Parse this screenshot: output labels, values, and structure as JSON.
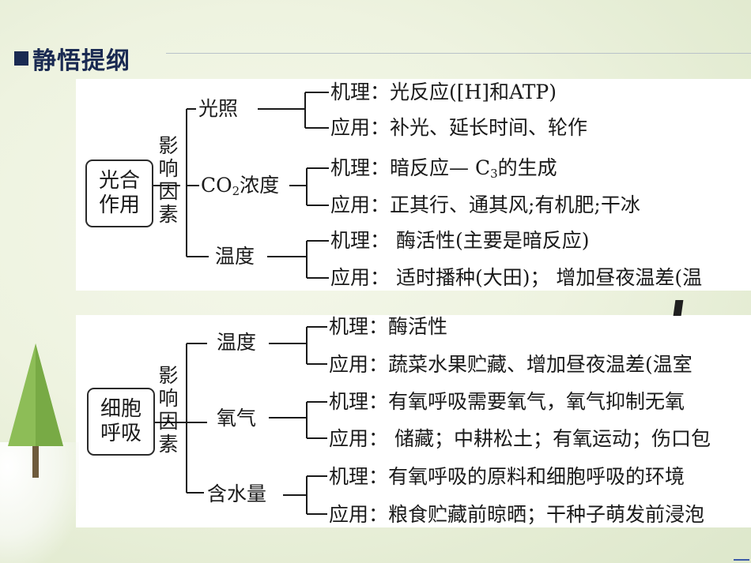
{
  "header": {
    "title": "静悟提纲"
  },
  "photosynthesis": {
    "root_line1": "光合",
    "root_line2": "作用",
    "factor_label": "影响因素",
    "branches": [
      {
        "name": "光照",
        "mechanism": "机理：光反应([H]和ATP)",
        "application": "应用：补光、延长时间、轮作"
      },
      {
        "name_prefix": "CO",
        "name_sub": "2",
        "name_suffix": "浓度",
        "mechanism_prefix": "机理：暗反应— C",
        "mechanism_sub": "3",
        "mechanism_suffix": "的生成",
        "application": "应用：正其行、通其风;有机肥;干冰"
      },
      {
        "name": "温度",
        "mechanism": "机理：  酶活性(主要是暗反应)",
        "application": "应用：  适时播种(大田)；  增加昼夜温差(温"
      }
    ]
  },
  "respiration": {
    "root_line1": "细胞",
    "root_line2": "呼吸",
    "factor_label": "影响因素",
    "branches": [
      {
        "name": "温度",
        "mechanism": "机理：酶活性",
        "application": "应用：蔬菜水果贮藏、增加昼夜温差(温室"
      },
      {
        "name": "氧气",
        "mechanism": "机理：有氧呼吸需要氧气，氧气抑制无氧",
        "application": "应用：  储藏；中耕松土；有氧运动；伤口包"
      },
      {
        "name": "含水量",
        "mechanism": "机理：有氧呼吸的原料和细胞呼吸的环境",
        "application": "应用：粮食贮藏前晾晒；干种子萌发前浸泡"
      }
    ]
  }
}
